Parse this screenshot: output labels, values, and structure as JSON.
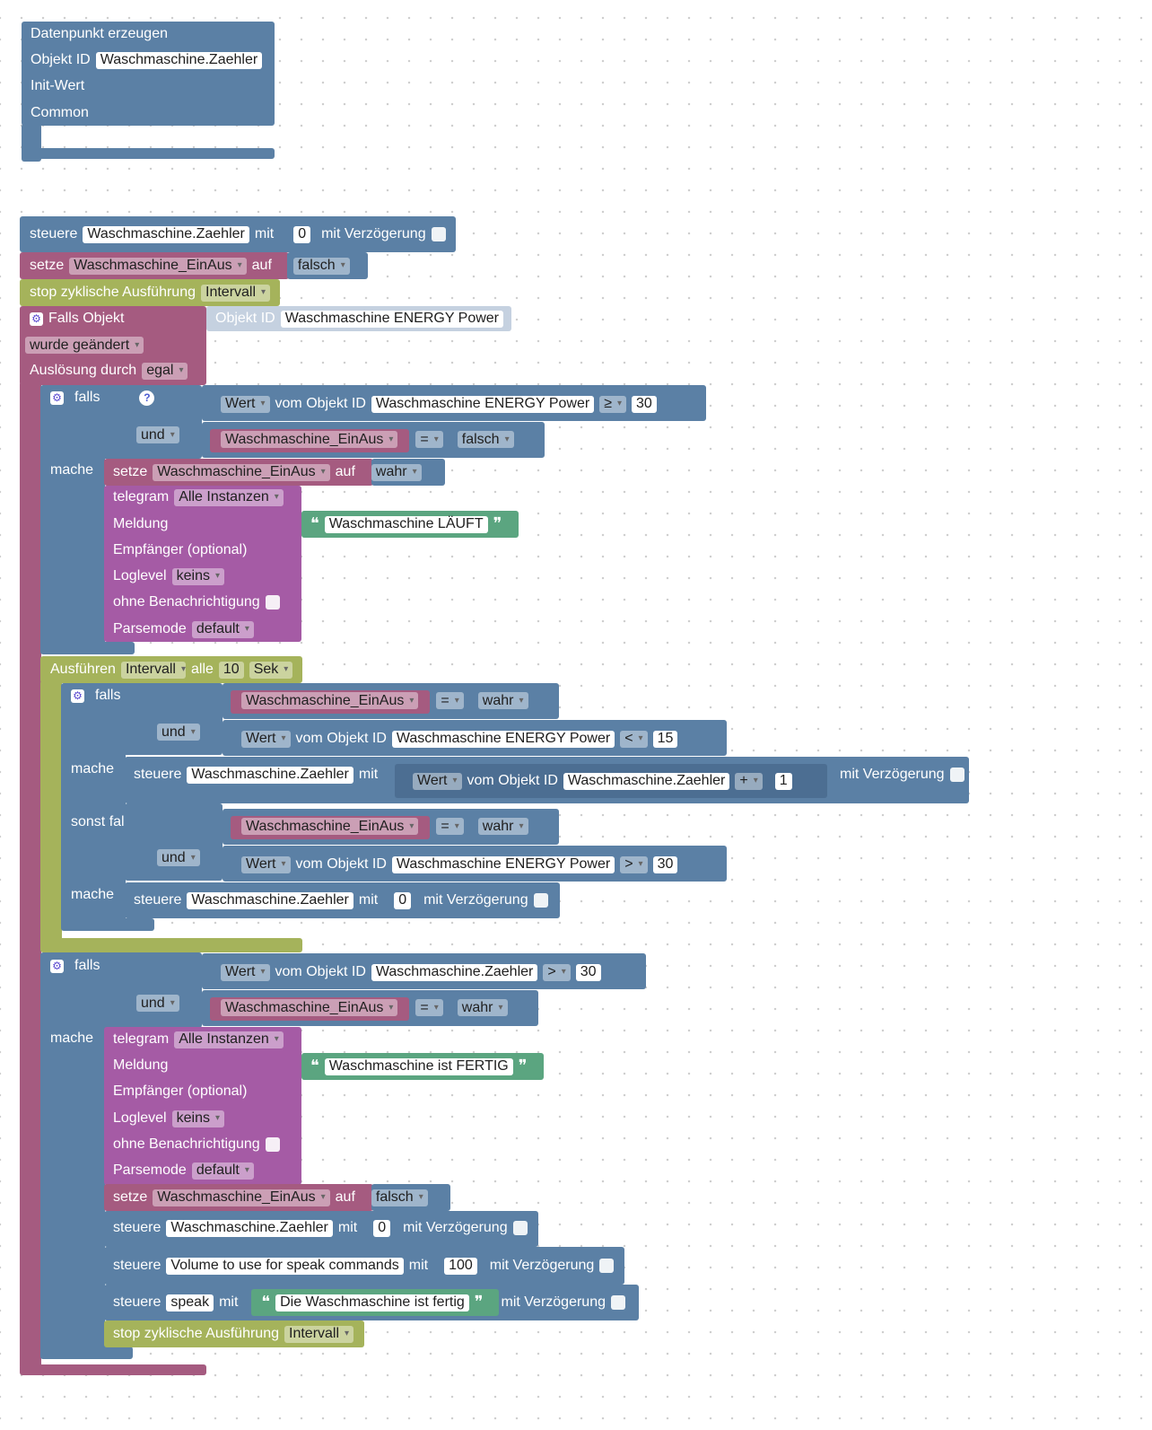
{
  "b1": {
    "title": "Datenpunkt erzeugen",
    "objid_label": "Objekt ID",
    "objid_value": "Waschmaschine.Zaehler",
    "init_label": "Init-Wert",
    "common_label": "Common"
  },
  "b2": {
    "steuere": "steuere",
    "target": "Waschmaschine.Zaehler",
    "mit": "mit",
    "value": "0",
    "delay": "mit Verzögerung"
  },
  "b3": {
    "setze": "setze",
    "var": "Waschmaschine_EinAus",
    "auf": "auf",
    "value": "falsch"
  },
  "b4": {
    "label": "stop zyklische Ausführung",
    "value": "Intervall"
  },
  "trigger": {
    "label": "Falls Objekt",
    "obj_label": "Objekt ID",
    "obj_value": "Waschmaschine ENERGY  Power",
    "changed": "wurde geändert",
    "ausl_label": "Auslösung durch",
    "ausl_value": "egal"
  },
  "if1": {
    "falls": "falls",
    "und": "und",
    "mache": "mache",
    "wert": "Wert",
    "vom": "vom Objekt ID",
    "obj": "Waschmaschine ENERGY  Power",
    "op": "≥",
    "num": "30",
    "var": "Waschmaschine_EinAus",
    "eq": "=",
    "val": "falsch",
    "setze": "setze",
    "setvar": "Waschmaschine_EinAus",
    "auf": "auf",
    "setval": "wahr"
  },
  "tg1": {
    "telegram": "telegram",
    "instanzen": "Alle Instanzen",
    "meldung": "Meldung",
    "msg": "Waschmaschine LÄUFT",
    "empf": "Empfänger (optional)",
    "loglevel": "Loglevel",
    "keins": "keins",
    "ohne": "ohne Benachrichtigung",
    "parsemode": "Parsemode",
    "default": "default"
  },
  "interval": {
    "ausf": "Ausführen",
    "mode": "Intervall",
    "alle": "alle",
    "num": "10",
    "unit": "Sek"
  },
  "if2": {
    "falls": "falls",
    "und": "und",
    "mache": "mache",
    "sonst": "sonst falls",
    "var": "Waschmaschine_EinAus",
    "eq": "=",
    "val": "wahr",
    "wert": "Wert",
    "vom": "vom Objekt ID",
    "obj": "Waschmaschine ENERGY  Power",
    "lt": "<",
    "n15": "15",
    "steuere": "steuere",
    "target": "Waschmaschine.Zaehler",
    "mit": "mit",
    "obj2": "Waschmaschine.Zaehler",
    "plus": "+",
    "one": "1",
    "delay": "mit Verzögerung",
    "gt": ">",
    "n30": "30",
    "zero": "0"
  },
  "if3": {
    "falls": "falls",
    "und": "und",
    "mache": "mache",
    "wert": "Wert",
    "vom": "vom Objekt ID",
    "obj": "Waschmaschine.Zaehler",
    "gt": ">",
    "num": "30",
    "var": "Waschmaschine_EinAus",
    "eq": "=",
    "val": "wahr"
  },
  "tg2": {
    "telegram": "telegram",
    "instanzen": "Alle Instanzen",
    "meldung": "Meldung",
    "msg": "Waschmaschine ist FERTIG",
    "empf": "Empfänger (optional)",
    "loglevel": "Loglevel",
    "keins": "keins",
    "ohne": "ohne Benachrichtigung",
    "parsemode": "Parsemode",
    "default": "default"
  },
  "tail": {
    "setze": "setze",
    "var": "Waschmaschine_EinAus",
    "auf": "auf",
    "falsch": "falsch",
    "steuere": "steuere",
    "zaehler": "Waschmaschine.Zaehler",
    "mit": "mit",
    "zero": "0",
    "delay": "mit Verzögerung",
    "volume": "Volume to use for speak commands",
    "hundred": "100",
    "speak": "speak",
    "speakmsg": "Die Waschmaschine ist fertig",
    "stop": "stop zyklische Ausführung",
    "stopval": "Intervall"
  },
  "colors": {
    "control": "#5b80a5",
    "variable": "#a55b80",
    "schedule": "#a5b35b",
    "telegram": "#a55ba5",
    "text": "#5ba580"
  }
}
